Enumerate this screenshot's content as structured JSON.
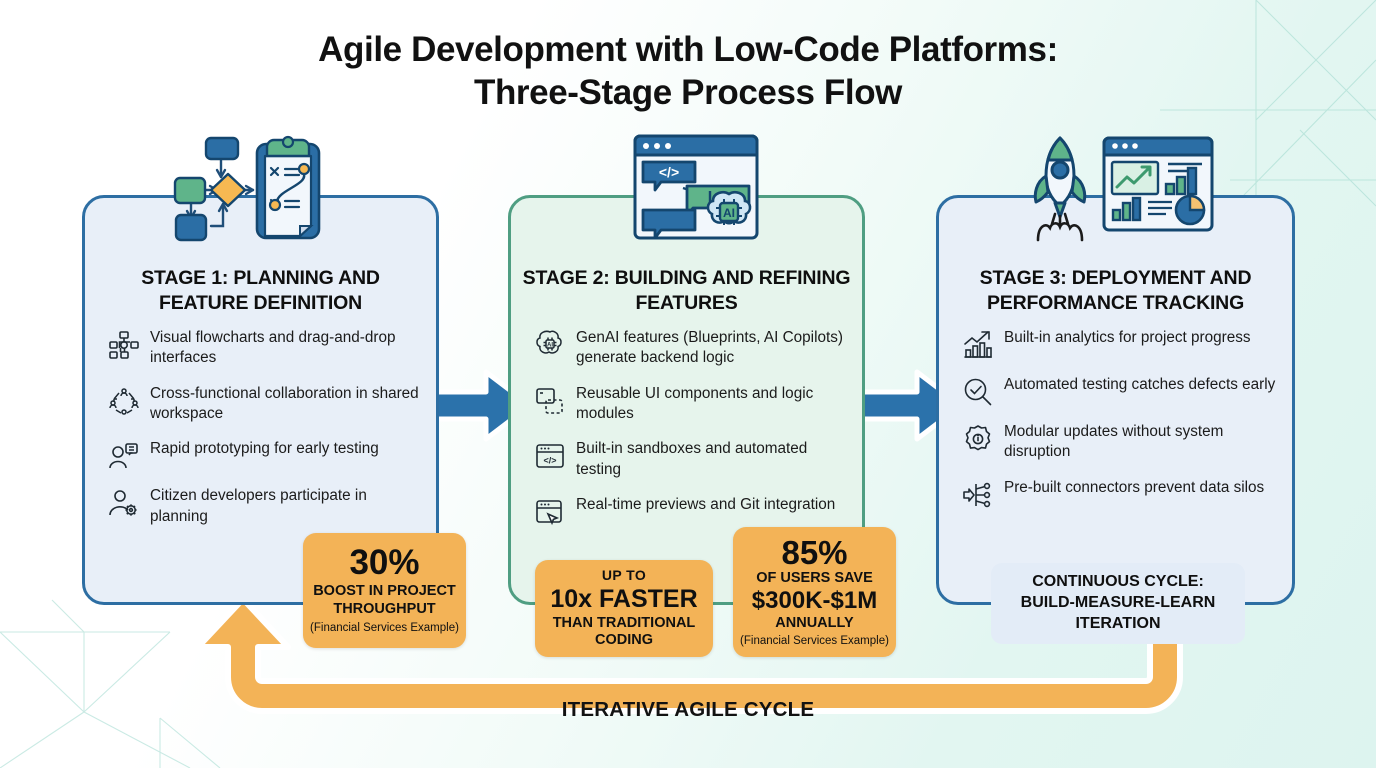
{
  "title": {
    "line1": "Agile Development with Low-Code Platforms:",
    "line2": "Three-Stage Process Flow"
  },
  "colors": {
    "stage1_border": "#2d6ea3",
    "stage1_fill": "#e8eff8",
    "stage2_border": "#4f9e82",
    "stage2_fill": "#e6f4ec",
    "stage3_border": "#2d6ea3",
    "stage3_fill": "#e8eff8",
    "arrow_blue": "#2b72ab",
    "badge_orange": "#f3b357",
    "cycle_box_fill": "#e3ecf7",
    "background_start": "#ffffff",
    "background_end": "#ddf4ef"
  },
  "stages": [
    {
      "id": "stage-1",
      "icon_name": "flowchart-clipboard-icon",
      "title": "STAGE 1: PLANNING AND FEATURE DEFINITION",
      "bullets": [
        {
          "icon": "org-chart-icon",
          "text": "Visual flowcharts and drag-and-drop interfaces"
        },
        {
          "icon": "collaboration-icon",
          "text": "Cross-functional collaboration in shared workspace"
        },
        {
          "icon": "prototype-user-icon",
          "text": "Rapid prototyping for early testing"
        },
        {
          "icon": "user-settings-icon",
          "text": "Citizen developers participate in planning"
        }
      ]
    },
    {
      "id": "stage-2",
      "icon_name": "code-window-ai-brain-icon",
      "title": "STAGE 2: BUILDING AND REFINING FEATURES",
      "bullets": [
        {
          "icon": "ai-chip-brain-icon",
          "text": "GenAI features (Blueprints, AI Copilots) generate backend logic"
        },
        {
          "icon": "reusable-blocks-icon",
          "text": "Reusable UI components and logic modules"
        },
        {
          "icon": "code-browser-icon",
          "text": "Built-in sandboxes and automated testing"
        },
        {
          "icon": "preview-cursor-icon",
          "text": "Real-time previews and Git integration"
        }
      ]
    },
    {
      "id": "stage-3",
      "icon_name": "rocket-dashboard-icon",
      "title": "STAGE 3: DEPLOYMENT AND PERFORMANCE TRACKING",
      "bullets": [
        {
          "icon": "analytics-chart-icon",
          "text": "Built-in analytics for project progress"
        },
        {
          "icon": "magnifier-check-icon",
          "text": "Automated testing catches defects early"
        },
        {
          "icon": "gear-info-icon",
          "text": "Modular updates without system disruption"
        },
        {
          "icon": "connectors-icon",
          "text": "Pre-built connectors prevent data silos"
        }
      ]
    }
  ],
  "badges": [
    {
      "id": "badge-30",
      "big": "30%",
      "mid": "BOOST IN PROJECT THROUGHPUT",
      "note": "(Financial Services Example)"
    },
    {
      "id": "badge-10x",
      "small": "UP TO",
      "big": "10x FASTER",
      "mid": "THAN TRADITIONAL CODING"
    },
    {
      "id": "badge-85",
      "big": "85%",
      "small": "OF USERS SAVE",
      "big2": "$300K-$1M",
      "mid": "ANNUALLY",
      "note": "(Financial Services Example)"
    }
  ],
  "cycle_box": {
    "text": "CONTINUOUS CYCLE: BUILD-MEASURE-LEARN ITERATION",
    "line1": "CONTINUOUS CYCLE:",
    "line2": "BUILD-MEASURE-LEARN",
    "line3": "ITERATION"
  },
  "iterative": {
    "label": "ITERATIVE AGILE CYCLE"
  },
  "arrows": [
    {
      "id": "arrow-stage1-to-stage2",
      "direction": "right"
    },
    {
      "id": "arrow-stage2-to-stage3",
      "direction": "right"
    }
  ]
}
